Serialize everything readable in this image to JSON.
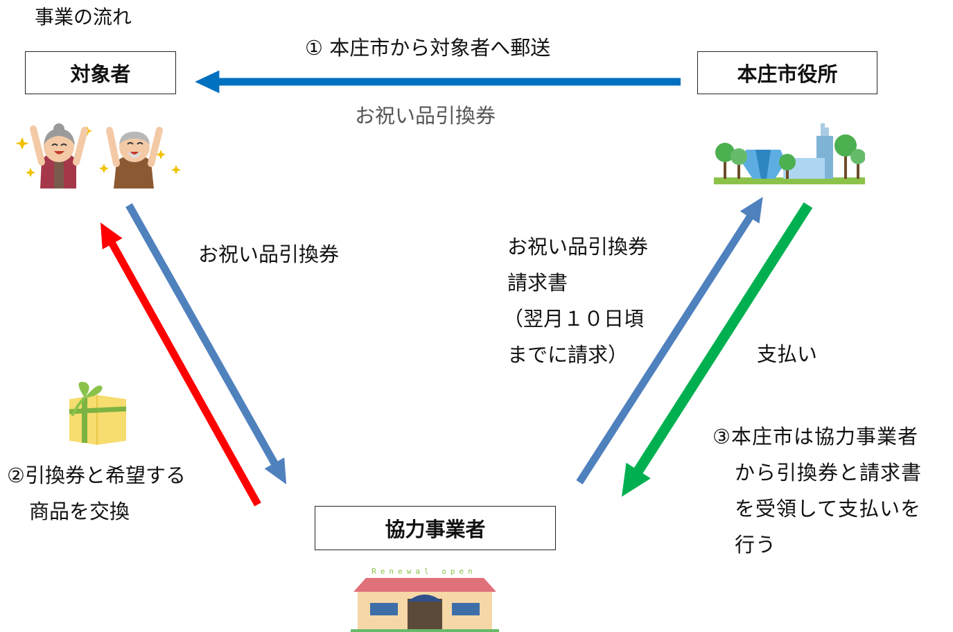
{
  "heading": "事業の流れ",
  "nodes": {
    "recipients": "対象者",
    "city_hall": "本庄市役所",
    "partner": "協力事業者"
  },
  "steps": {
    "step1": "①  本庄市から対象者へ郵送",
    "step1_item": "お祝い品引換券",
    "to_partner_item": "お祝い品引換券",
    "to_city_lines": [
      "お祝い品引換券",
      "請求書",
      "（翌月１０日頃",
      "までに請求）"
    ],
    "payment": "支払い",
    "step2_lines": [
      "②引換券と希望する",
      "商品を交換"
    ],
    "step3_lines": [
      "③本庄市は協力事業者",
      "から引換券と請求書",
      "を受領して支払いを",
      "行う"
    ]
  },
  "shop_sign": "Renewal open",
  "colors": {
    "arrow_blue": "#0070c0",
    "arrow_steel": "#4f81bd",
    "arrow_red": "#ff0000",
    "arrow_green": "#00b050"
  }
}
